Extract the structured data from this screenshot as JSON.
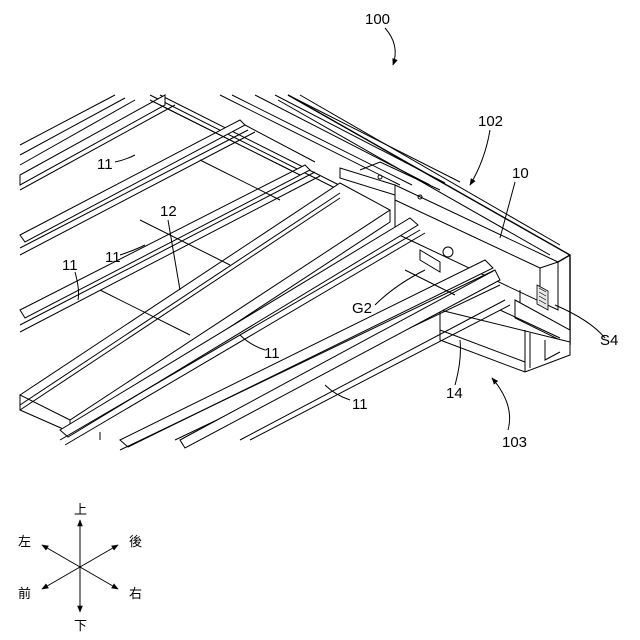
{
  "labels": {
    "assembly": "100",
    "member_102": "102",
    "member_10": "10",
    "member_12": "12",
    "rail_11_a": "11",
    "rail_11_b": "11",
    "rail_11_c": "11",
    "rail_11_d": "11",
    "rail_11_e": "11",
    "gap_g2": "G2",
    "space_s4": "S4",
    "member_14": "14",
    "member_103": "103"
  },
  "compass": {
    "up": "上",
    "down": "下",
    "left": "左",
    "right": "右",
    "front": "前",
    "rear": "後"
  }
}
